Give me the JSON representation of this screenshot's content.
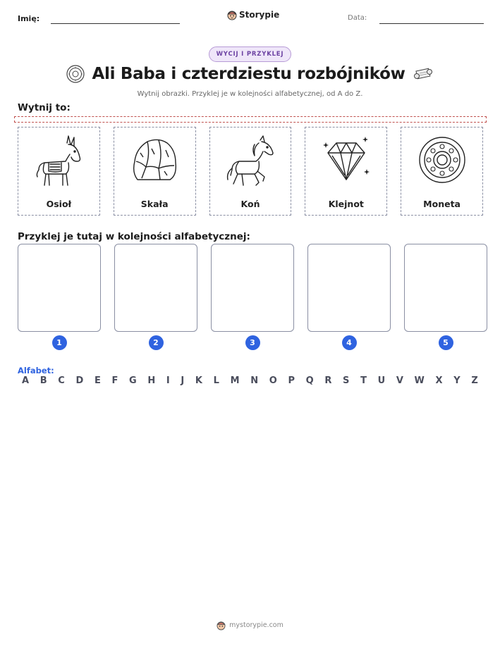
{
  "header": {
    "name_label": "Imię:",
    "date_label": "Data:",
    "logo_text": "Storypie",
    "logo_icon": "pie-mascot-icon"
  },
  "badge": "WYCIJ I PRZYKLEJ",
  "title": "Ali Baba i czterdziestu rozbójników",
  "subtitle": "Wytnij obrazki. Przyklej je w kolejności alfabetycznej, od A do Z.",
  "cut_section": {
    "heading": "Wytnij to:",
    "cards": [
      {
        "label": "Osioł",
        "icon": "donkey-icon"
      },
      {
        "label": "Skała",
        "icon": "rock-icon"
      },
      {
        "label": "Koń",
        "icon": "horse-icon"
      },
      {
        "label": "Klejnot",
        "icon": "jewel-icon"
      },
      {
        "label": "Moneta",
        "icon": "coin-icon"
      }
    ]
  },
  "paste_section": {
    "heading": "Przyklej je tutaj w kolejności alfabetycznej:",
    "numbers": [
      "1",
      "2",
      "3",
      "4",
      "5"
    ]
  },
  "alphabet": {
    "title": "Alfabet:",
    "letters": [
      "A",
      "B",
      "C",
      "D",
      "E",
      "F",
      "G",
      "H",
      "I",
      "J",
      "K",
      "L",
      "M",
      "N",
      "O",
      "P",
      "Q",
      "R",
      "S",
      "T",
      "U",
      "V",
      "W",
      "X",
      "Y",
      "Z"
    ]
  },
  "footer": {
    "text": "mystorypie.com"
  },
  "colors": {
    "accent_blue": "#2f63e0",
    "badge_purple": "#6d43a3",
    "cut_line_red": "#c0504d"
  }
}
